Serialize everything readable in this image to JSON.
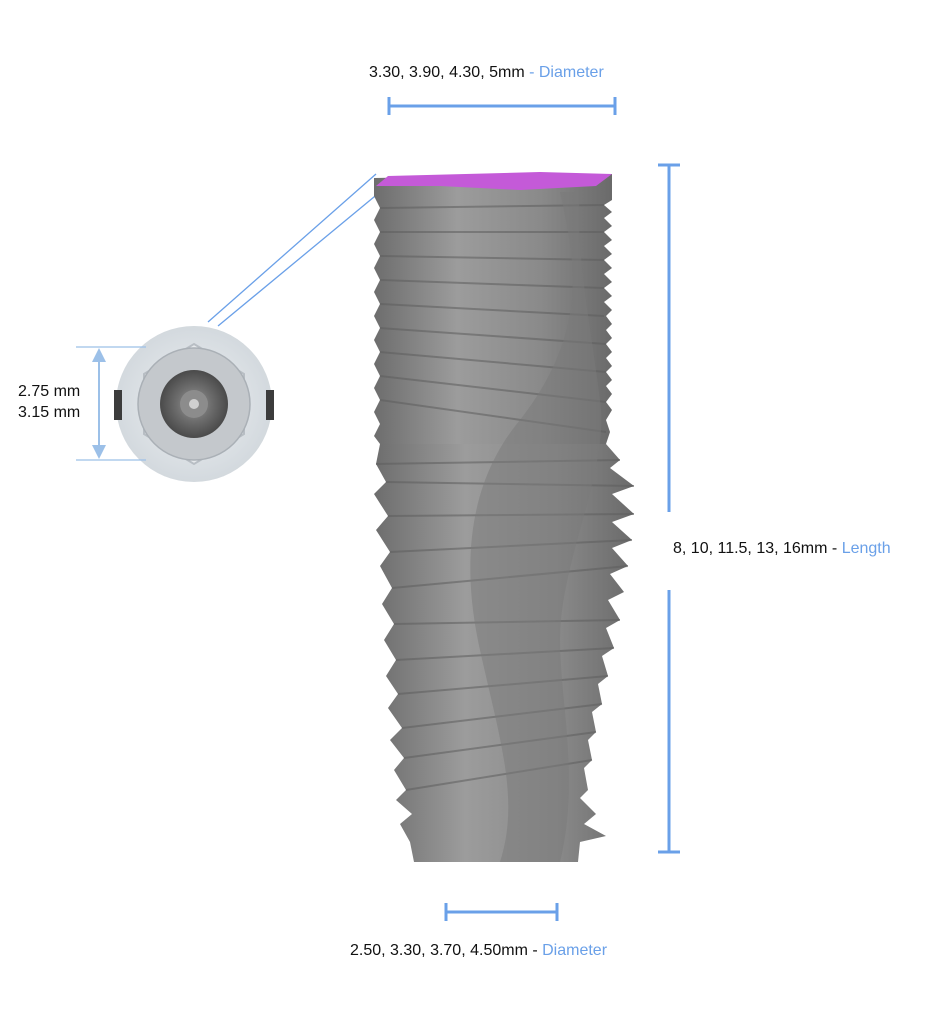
{
  "diameter_top": {
    "values": "3.30, 3.90, 4.30, 5mm",
    "sep": " - ",
    "label": "Diameter"
  },
  "diameter_bottom": {
    "values": "2.50, 3.30, 3.70, 4.50mm",
    "sep": " - ",
    "label": "Diameter"
  },
  "length": {
    "values": "8, 10, 11.5, 13, 16mm",
    "sep": " - ",
    "label": "Length"
  },
  "connection": {
    "line1": "2.75 mm",
    "line2": "3.15 mm"
  },
  "colors": {
    "accent": "#6aa0e8",
    "implant": "#8e8e8e",
    "top_surface": "#c45ad8",
    "cap": "#dfe4e8"
  }
}
